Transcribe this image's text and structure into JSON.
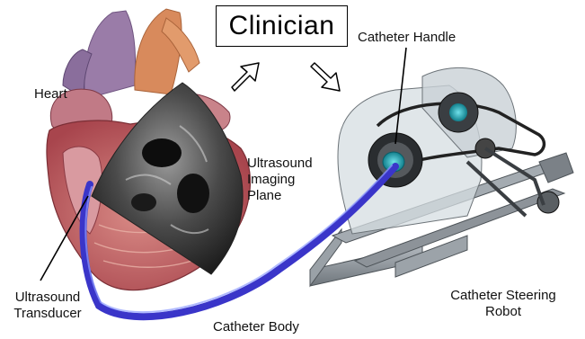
{
  "labels": {
    "clinician": "Clinician",
    "catheter_handle": "Catheter Handle",
    "heart": "Heart",
    "ultrasound_imaging_plane": [
      "Ultrasound",
      "Imaging",
      "Plane"
    ],
    "ultrasound_transducer": [
      "Ultrasound",
      "Transducer"
    ],
    "catheter_body": "Catheter Body",
    "catheter_steering_robot": [
      "Catheter Steering",
      "Robot"
    ]
  },
  "colors": {
    "catheter": "#3a35c9",
    "handle_accent": "#1aa7b5",
    "heart_muscle": "#b8565c",
    "aorta": "#d88a5c",
    "pulmonary": "#9a7ca8",
    "ultrasound": "#3a3a3a",
    "robot_frame": "#8f969c"
  }
}
